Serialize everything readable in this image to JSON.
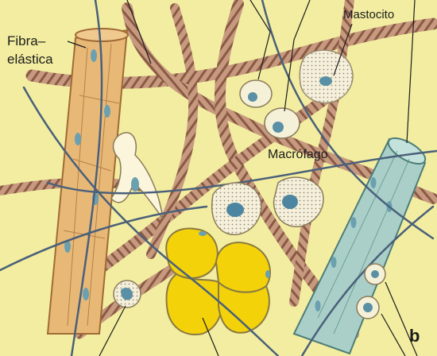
{
  "labels": {
    "fibra": "Fibra–",
    "elastica": "elástica",
    "mastocito": "Mastocito",
    "macrofago": "Macrófago",
    "panel": "b"
  },
  "colors": {
    "background": "#f2eda0",
    "collagen": "#b58870",
    "muscle": "#e8b877",
    "fat": "#f4d20a",
    "smooth_muscle": "#a9cfc8",
    "nucleus": "#6aa0b0",
    "elastic_fiber": "#4a607a"
  }
}
